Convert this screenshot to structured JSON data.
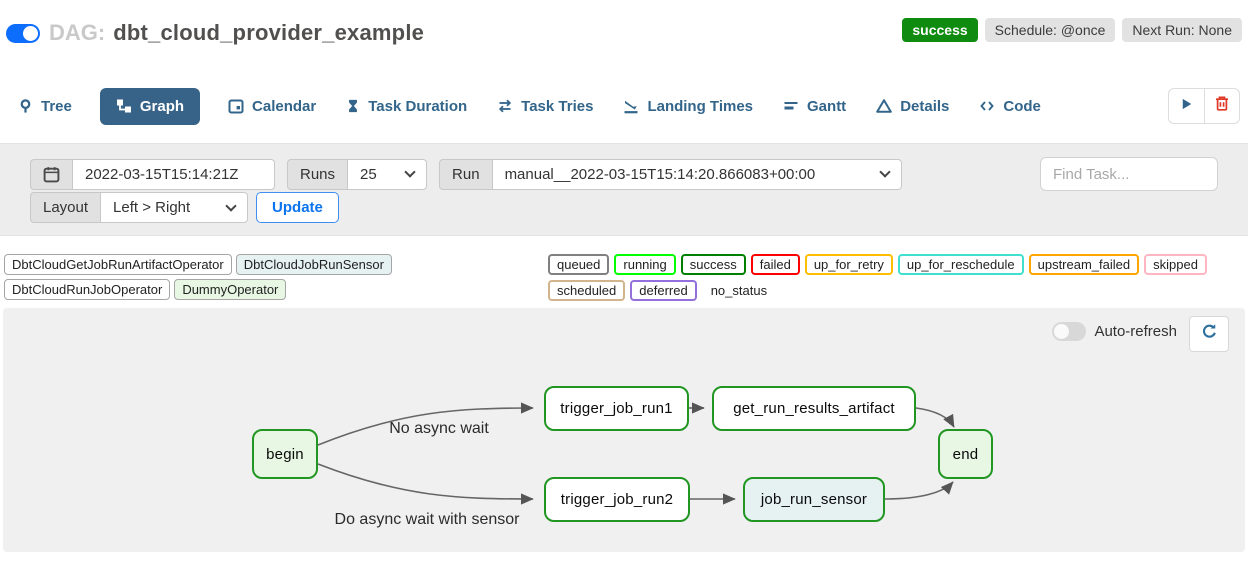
{
  "header": {
    "dag_prefix": "DAG:",
    "dag_title": "dbt_cloud_provider_example",
    "status_badge": "success",
    "schedule_badge": "Schedule: @once",
    "next_run_badge": "Next Run: None"
  },
  "tabs": [
    {
      "label": "Tree",
      "icon": "tree-icon"
    },
    {
      "label": "Graph",
      "icon": "graph-icon",
      "active": true
    },
    {
      "label": "Calendar",
      "icon": "calendar-icon"
    },
    {
      "label": "Task Duration",
      "icon": "hourglass-icon"
    },
    {
      "label": "Task Tries",
      "icon": "repeat-icon"
    },
    {
      "label": "Landing Times",
      "icon": "plane-landing-icon"
    },
    {
      "label": "Gantt",
      "icon": "gantt-icon"
    },
    {
      "label": "Details",
      "icon": "triangle-icon"
    },
    {
      "label": "Code",
      "icon": "code-icon"
    }
  ],
  "filters": {
    "date_value": "2022-03-15T15:14:21Z",
    "runs_label": "Runs",
    "runs_value": "25",
    "run_label": "Run",
    "run_value": "manual__2022-03-15T15:14:20.866083+00:00",
    "find_task_placeholder": "Find Task...",
    "layout_label": "Layout",
    "layout_value": "Left > Right",
    "update_label": "Update"
  },
  "legend": {
    "operators": [
      {
        "label": "DbtCloudGetJobRunArtifactOperator",
        "bg": "#ffffff"
      },
      {
        "label": "DbtCloudJobRunSensor",
        "bg": "#e6f1f2"
      },
      {
        "label": "DbtCloudRunJobOperator",
        "bg": "#ffffff"
      },
      {
        "label": "DummyOperator",
        "bg": "#e8f7e4"
      }
    ],
    "statuses": [
      {
        "label": "queued",
        "border": "#808080"
      },
      {
        "label": "running",
        "border": "#00ff00"
      },
      {
        "label": "success",
        "border": "#008000"
      },
      {
        "label": "failed",
        "border": "#ff0000"
      },
      {
        "label": "up_for_retry",
        "border": "#ffbf00"
      },
      {
        "label": "up_for_reschedule",
        "border": "#40e0d0"
      },
      {
        "label": "upstream_failed",
        "border": "#ffa500"
      },
      {
        "label": "skipped",
        "border": "#ffb6c1"
      },
      {
        "label": "scheduled",
        "border": "#d2b48c"
      },
      {
        "label": "deferred",
        "border": "#9370db"
      },
      {
        "label": "no_status",
        "border": "transparent"
      }
    ]
  },
  "graph": {
    "auto_refresh_label": "Auto-refresh",
    "nodes": [
      {
        "label": "begin",
        "fill": "#e8f7e4"
      },
      {
        "label": "trigger_job_run1",
        "fill": "#ffffff"
      },
      {
        "label": "get_run_results_artifact",
        "fill": "#ffffff"
      },
      {
        "label": "end",
        "fill": "#e8f7e4"
      },
      {
        "label": "trigger_job_run2",
        "fill": "#ffffff"
      },
      {
        "label": "job_run_sensor",
        "fill": "#e6f1f2"
      }
    ],
    "edge_labels": [
      {
        "text": "No async wait"
      },
      {
        "text": "Do async wait with sensor"
      }
    ]
  },
  "colors": {
    "accent_blue": "#0d6efd",
    "tab_blue": "#33658a",
    "active_tab_bg": "#366387",
    "success_green": "#0f8b0f",
    "node_border_green": "#229622",
    "trash_red": "#e03726"
  }
}
